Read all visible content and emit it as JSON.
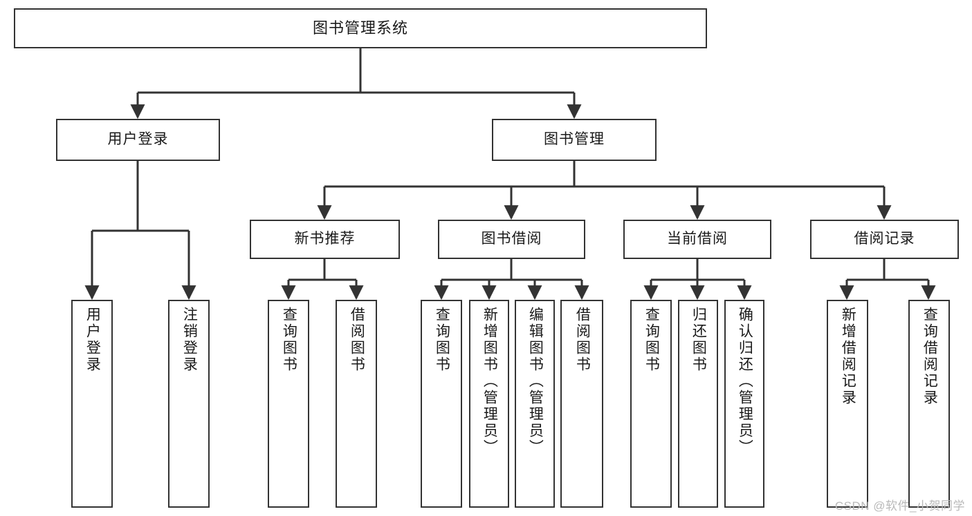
{
  "diagram": {
    "title": "图书管理系统",
    "watermark": "CSDN @软件_小贺同学",
    "colors": {
      "background": "#ffffff",
      "node_border": "#333333",
      "node_fill": "#ffffff",
      "connector": "#333333",
      "text": "#1a1a1a",
      "watermark": "#b9b9b9"
    },
    "nodes": {
      "root": {
        "label": "图书管理系统"
      },
      "level2": [
        {
          "label": "用户登录"
        },
        {
          "label": "图书管理"
        }
      ],
      "level3": [
        {
          "label": "新书推荐"
        },
        {
          "label": "图书借阅"
        },
        {
          "label": "当前借阅"
        },
        {
          "label": "借阅记录"
        }
      ],
      "leaves": {
        "user_login": [
          {
            "label": "用户登录"
          },
          {
            "label": "注销登录"
          }
        ],
        "new_book_recommend": [
          {
            "label": "查询图书"
          },
          {
            "label": "借阅图书"
          }
        ],
        "book_borrow": [
          {
            "label": "查询图书"
          },
          {
            "label": "新增图书（管理员）"
          },
          {
            "label": "编辑图书（管理员）"
          },
          {
            "label": "借阅图书"
          }
        ],
        "current_borrow": [
          {
            "label": "查询图书"
          },
          {
            "label": "归还图书"
          },
          {
            "label": "确认归还（管理员）"
          }
        ],
        "borrow_record": [
          {
            "label": "新增借阅记录"
          },
          {
            "label": "查询借阅记录"
          }
        ]
      }
    }
  }
}
